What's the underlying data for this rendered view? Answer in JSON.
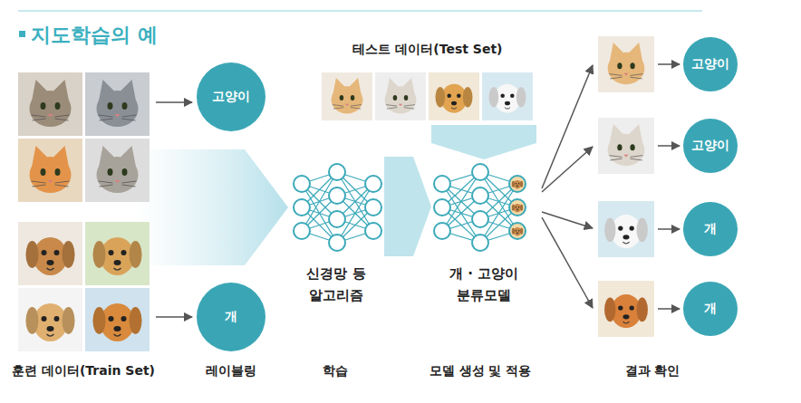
{
  "diagram": {
    "title": "지도학습의 예",
    "nodes": [
      {
        "text": [
          "고양이"
        ]
      },
      {
        "text": [
          "개"
        ]
      },
      {
        "text": [
          "신경망 등 알고리즘"
        ]
      },
      {
        "text": [
          "테스트 데이터(Test Set)"
        ]
      },
      {
        "text": [
          "개 · 고양이 분류모델"
        ]
      },
      {
        "text": [
          "고양이"
        ]
      },
      {
        "text": [
          "고양이"
        ]
      },
      {
        "text": [
          "개"
        ]
      },
      {
        "text": [
          "개"
        ]
      }
    ],
    "edges": [
      {
        "from": 2,
        "to": 4,
        "arrow": "to"
      },
      {
        "from": 3,
        "to": 4,
        "arrow": "to"
      }
    ],
    "labels": [
      "훈련 데이터(Train Set)",
      "레이블링",
      "학습",
      "모델 생성 및 적용",
      "결과 확인"
    ]
  }
}
